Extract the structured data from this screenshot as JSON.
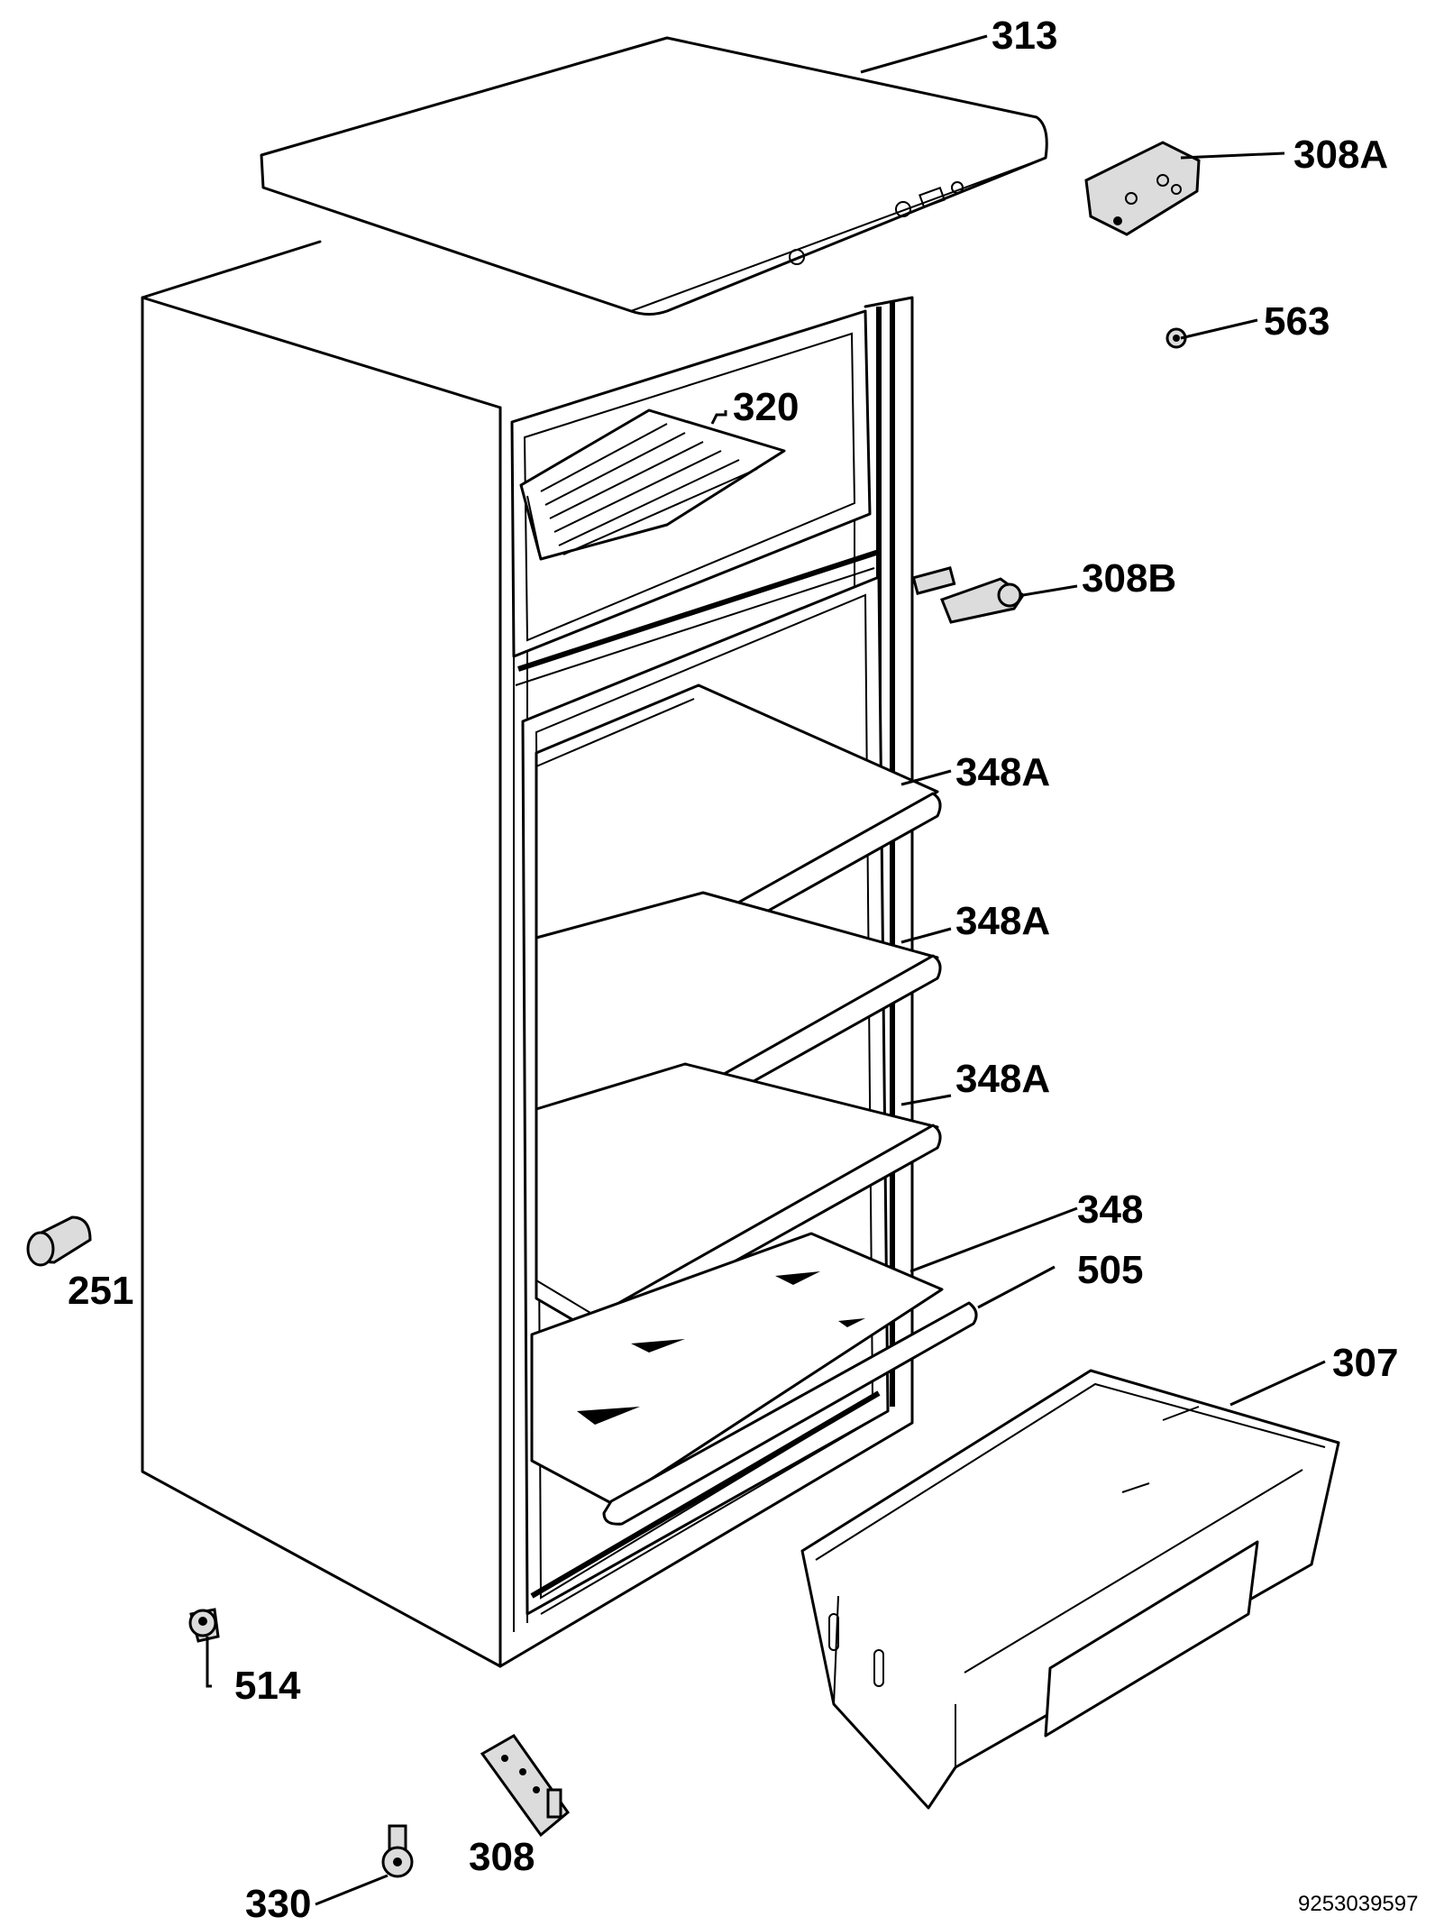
{
  "callouts": {
    "c313": "313",
    "c308A": "308A",
    "c563": "563",
    "c320": "320",
    "c308B": "308B",
    "c348A_1": "348A",
    "c348A_2": "348A",
    "c348A_3": "348A",
    "c348": "348",
    "c505": "505",
    "c307": "307",
    "c251": "251",
    "c514": "514",
    "c308": "308",
    "c330": "330"
  },
  "document_number": "9253039597"
}
